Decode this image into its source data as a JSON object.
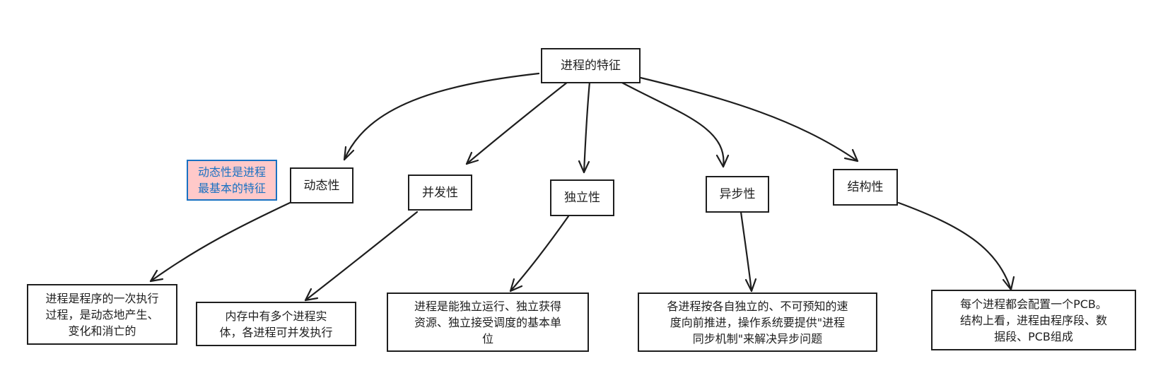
{
  "root": {
    "label": "进程的特征"
  },
  "note": {
    "line1": "动态性是进程",
    "line2": "最基本的特征"
  },
  "features": [
    {
      "label": "动态性",
      "desc": [
        "进程是程序的一次执行",
        "过程，是动态地产生、",
        "变化和消亡的"
      ]
    },
    {
      "label": "并发性",
      "desc": [
        "内存中有多个进程实",
        "体，各进程可并发执行"
      ]
    },
    {
      "label": "独立性",
      "desc": [
        "进程是能独立运行、独立获得",
        "资源、独立接受调度的基本单",
        "位"
      ]
    },
    {
      "label": "异步性",
      "desc": [
        "各进程按各自独立的、不可预知的速",
        "度向前推进，操作系统要提供\"进程",
        "同步机制\"来解决异步问题"
      ]
    },
    {
      "label": "结构性",
      "desc": [
        "每个进程都会配置一个PCB。",
        "结构上看，进程由程序段、数",
        "据段、PCB组成"
      ]
    }
  ]
}
